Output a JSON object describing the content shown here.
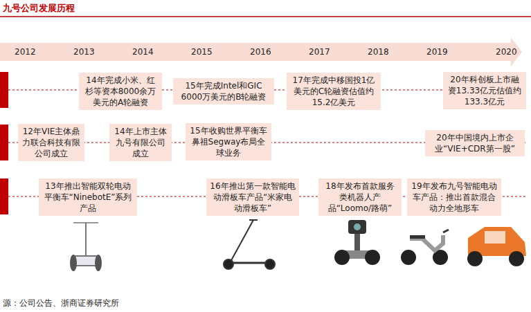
{
  "diagram": {
    "title": "九号公司发展历程",
    "nodes": [
      {
        "text": [
          "14年完成小米、红杉等资本8000余万美元的A轮融资"
        ]
      },
      {
        "text": [
          "15年完成Intel和GIC 6000万美元的B轮融资"
        ]
      },
      {
        "text": [
          "17年完成中移国投1亿美元的C轮融资估值约15.2亿美元"
        ]
      },
      {
        "text": [
          "20年科创板上市融资13.33亿元估值约133.3亿元"
        ]
      },
      {
        "text": [
          "12年VIE主体鼎力联合科技有限公司成立"
        ]
      },
      {
        "text": [
          "14年上市主体九号有限公司成立"
        ]
      },
      {
        "text": [
          "15年收购世界平衡车鼻祖Segway布局全球业务"
        ]
      },
      {
        "text": [
          "20年中国境内上市企业“VIE+CDR第一股”"
        ]
      },
      {
        "text": [
          "13年推出智能双轮电动平衡车“NinebotE”系列产品"
        ]
      },
      {
        "text": [
          "16年推出第一款智能电动滑板车产品“米家电动滑板车”"
        ]
      },
      {
        "text": [
          "18年发布首款服务类机器人产品“Loomo/路萌”"
        ]
      },
      {
        "text": [
          "19年发布九号智能电动车产品：推出首款混合动力全地形车"
        ]
      }
    ],
    "labels": [
      "2012",
      "2013",
      "2014",
      "2015",
      "2016",
      "2017",
      "2018",
      "2019",
      "2020",
      "源：公司公告、浙商证券研究所"
    ]
  }
}
